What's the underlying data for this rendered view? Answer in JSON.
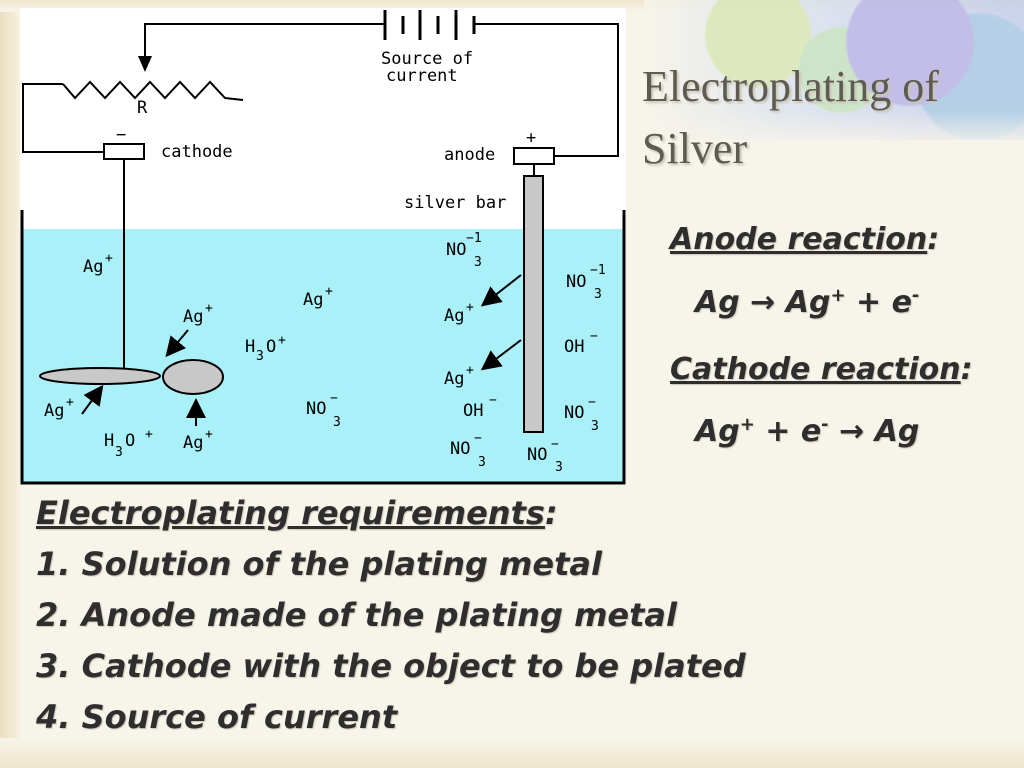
{
  "title": "Electroplating of Silver",
  "diagram": {
    "source_label_1": "Source of",
    "source_label_2": "current",
    "resistor_label": "R",
    "cathode_sign": "−",
    "cathode_label": "cathode",
    "anode_sign": "+",
    "anode_label": "anode",
    "silver_bar_label": "silver bar",
    "ion_ag": "Ag",
    "ion_plus": "+",
    "ion_no": "NO",
    "ion_3": "3",
    "ion_minus1": "−1",
    "ion_minus": "−",
    "ion_h": "H",
    "ion_o": "O",
    "ion_oh": "OH",
    "solution_color": "#aaf0f8"
  },
  "reactions": {
    "anode_heading": "Anode reaction",
    "anode_colon": ":",
    "anode_eq_left": "Ag",
    "arrow": "→",
    "anode_eq_right_base": "Ag",
    "anode_eq_right_sup": "+",
    "anode_eq_plus": "+ e",
    "anode_eq_e_sup": "-",
    "cathode_heading": "Cathode reaction",
    "cathode_colon": ":",
    "cathode_eq_left_base": "Ag",
    "cathode_eq_left_sup": "+",
    "cathode_eq_plus": "+ e",
    "cathode_eq_e_sup": "-",
    "cathode_eq_right": "Ag"
  },
  "requirements": {
    "heading": "Electroplating requirements",
    "colon": ":",
    "items": [
      "1. Solution of the plating metal",
      "2. Anode made of the plating metal",
      "3. Cathode with the object to be plated",
      "4. Source of current"
    ]
  }
}
